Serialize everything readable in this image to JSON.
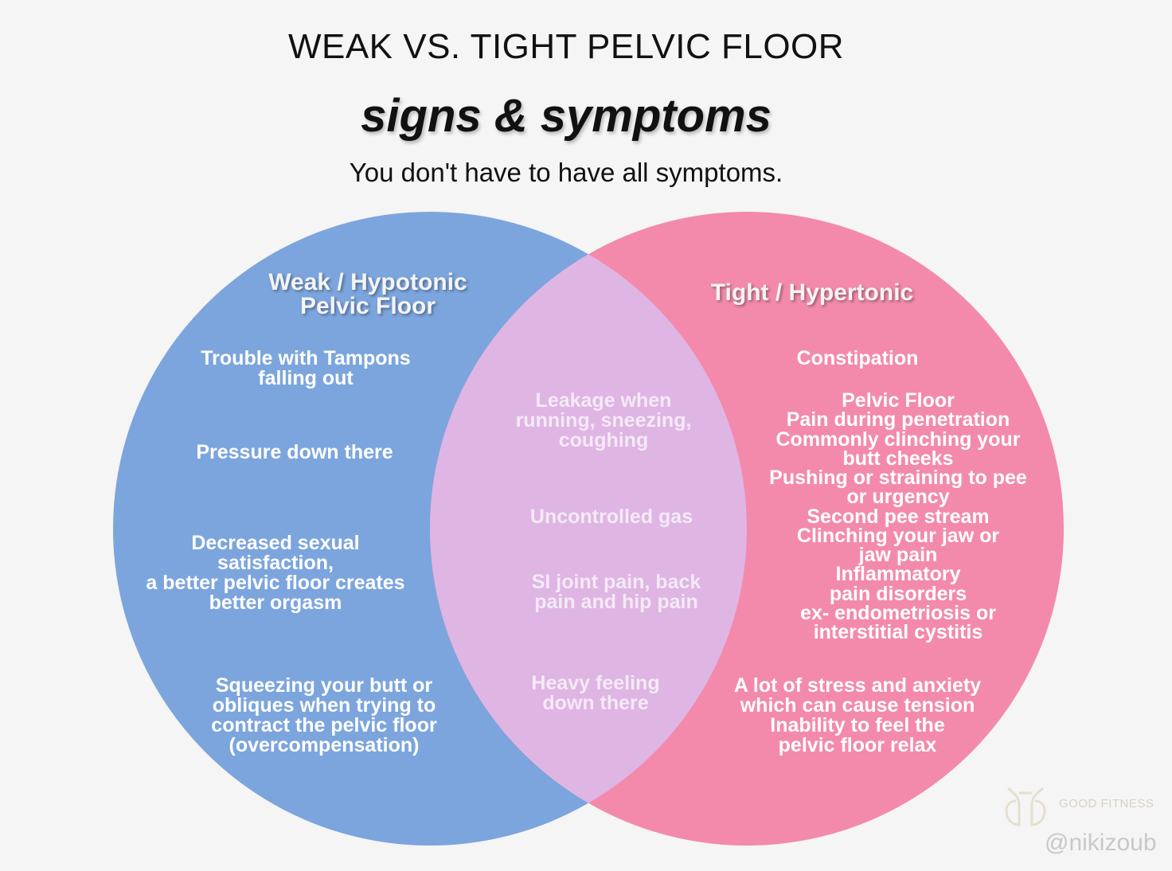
{
  "title": "WEAK VS. TIGHT PELVIC FLOOR",
  "subtitle": "signs & symptoms",
  "note": "You don't have to have all symptoms.",
  "colors": {
    "weak_circle": "#7ca5dd",
    "tight_circle": "#f38aab",
    "overlap": "#dfb5e4",
    "background": "#f5f5f5"
  },
  "weak": {
    "heading": "Weak / Hypotonic\nPelvic Floor",
    "items": [
      "Trouble with Tampons\nfalling out",
      "Pressure down there",
      "Decreased sexual\nsatisfaction,\na better pelvic floor creates\nbetter orgasm",
      "Squeezing your butt or\nobliques when trying to\ncontract the pelvic floor\n(overcompensation)"
    ]
  },
  "both": {
    "items": [
      "Leakage when\nrunning, sneezing,\ncoughing",
      "Uncontrolled gas",
      "SI joint pain, back\npain and hip pain",
      "Heavy feeling\ndown there"
    ]
  },
  "tight": {
    "heading": "Tight / Hypertonic",
    "items": [
      "Constipation",
      "Pelvic Floor\nPain during penetration\nCommonly clinching your\nbutt cheeks\nPushing or straining to pee\nor urgency\nSecond pee stream\nClinching your jaw or\njaw pain\nInflammatory\npain disorders\nex- endometriosis or\ninterstitial cystitis",
      "A lot of stress and anxiety\nwhich can cause tension\nInability to feel the\npelvic floor relax"
    ]
  },
  "watermark": {
    "logo_icon": "good-fitness-logo-icon",
    "brand": "GOOD FITNESS",
    "handle": "@nikizoub"
  }
}
